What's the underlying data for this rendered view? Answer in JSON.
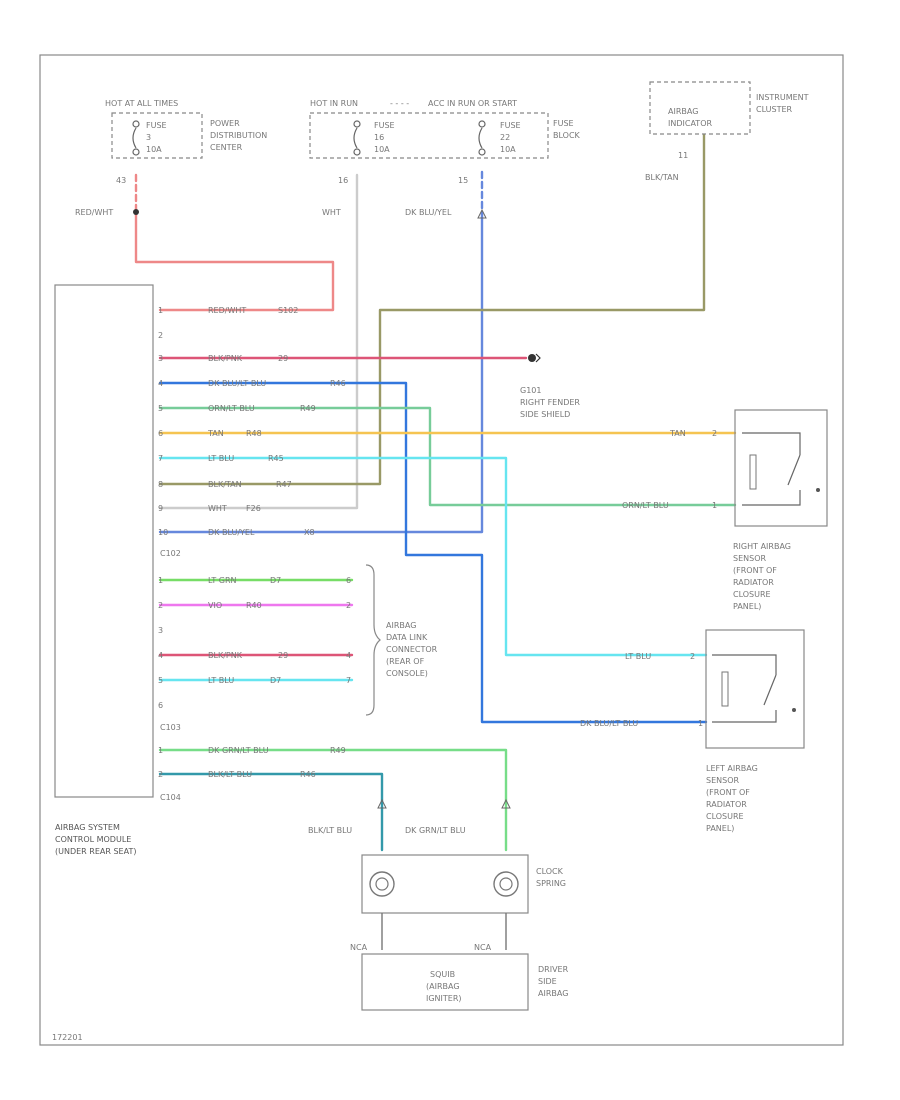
{
  "fuse_header": {
    "hot_all_times": "HOT AT ALL TIMES",
    "hot_run_start": "HOT IN RUN",
    "acc_run_start": "ACC IN RUN OR START",
    "power_distribution_center": [
      "POWER",
      "DISTRIBUTION",
      "CENTER"
    ],
    "fuse_block": [
      "FUSE",
      "BLOCK"
    ]
  },
  "fuses": [
    {
      "name": "FUSE",
      "number": "3",
      "rating": "10A",
      "pin": "43"
    },
    {
      "name": "FUSE",
      "number": "16",
      "rating": "10A",
      "pin": "16"
    },
    {
      "name": "FUSE",
      "number": "22",
      "rating": "10A",
      "pin": "15"
    }
  ],
  "instrument_cluster": {
    "label": [
      "INSTRUMENT",
      "CLUSTER"
    ],
    "indicator": [
      "AIRBAG",
      "INDICATOR"
    ],
    "pin": "11",
    "wire": "BLK/TAN"
  },
  "top_wires": {
    "fuse3": "RED/WHT",
    "fuse16": "WHT",
    "fuse22": "DK BLU/YEL"
  },
  "control_module": {
    "label": [
      "AIRBAG SYSTEM",
      "CONTROL MODULE",
      "(UNDER REAR SEAT)"
    ],
    "connectors": [
      "C102",
      "C103",
      "C104"
    ]
  },
  "c102_pins": [
    {
      "num": "1",
      "wire": "RED/WHT",
      "splice": "S102",
      "color": "#ee8888"
    },
    {
      "num": "2",
      "wire": "",
      "splice": "",
      "color": ""
    },
    {
      "num": "3",
      "wire": "BLK/PNK",
      "splice": "29",
      "color": "#dd5577"
    },
    {
      "num": "4",
      "wire": "DK BLU/LT BLU",
      "splice": "R46",
      "color": "#3377dd"
    },
    {
      "num": "5",
      "wire": "ORN/LT BLU",
      "splice": "R49",
      "color": "#66cc99"
    },
    {
      "num": "6",
      "wire": "TAN",
      "splice": "R48",
      "color": "#f5c451"
    },
    {
      "num": "7",
      "wire": "LT BLU",
      "splice": "R45",
      "color": "#66e5f0"
    },
    {
      "num": "8",
      "wire": "BLK/TAN",
      "splice": "R47",
      "color": "#776633"
    },
    {
      "num": "9",
      "wire": "WHT",
      "splice": "F26",
      "color": "#cccccc"
    },
    {
      "num": "10",
      "wire": "DK BLU/YEL",
      "splice": "X8",
      "color": "#5577cc"
    }
  ],
  "c103_pins": [
    {
      "num": "1",
      "wire": "LT GRN",
      "splice": "D7",
      "pin": "6",
      "color": "#77dd66"
    },
    {
      "num": "2",
      "wire": "VIO",
      "splice": "R40",
      "pin": "2",
      "color": "#ee77ee"
    },
    {
      "num": "3",
      "wire": "",
      "splice": "",
      "pin": "",
      "color": ""
    },
    {
      "num": "4",
      "wire": "BLK/PNK",
      "splice": "29",
      "pin": "4",
      "color": "#dd5577"
    },
    {
      "num": "5",
      "wire": "LT BLU",
      "splice": "D7",
      "pin": "7",
      "color": "#66e5f0"
    },
    {
      "num": "6",
      "wire": "",
      "splice": "",
      "pin": "",
      "color": ""
    }
  ],
  "c104_pins": [
    {
      "num": "1",
      "wire": "DK GRN/LT BLU",
      "splice": "R49",
      "color": "#77dd88"
    },
    {
      "num": "2",
      "wire": "BLK/LT BLU",
      "splice": "R46",
      "color": "#3399aa"
    }
  ],
  "ground": {
    "id": "G101",
    "label": [
      "RIGHT FENDER",
      "SIDE SHIELD"
    ]
  },
  "data_link": {
    "label": [
      "AIRBAG",
      "DATA LINK",
      "CONNECTOR",
      "(REAR OF",
      "CONSOLE)"
    ]
  },
  "right_sensor": {
    "label": [
      "RIGHT AIRBAG",
      "SENSOR",
      "(FRONT OF",
      "RADIATOR",
      "CLOSURE",
      "PANEL)"
    ],
    "wire_top": "TAN",
    "pin_top": "2",
    "wire_bottom": "ORN/LT BLU",
    "pin_bottom": "1"
  },
  "left_sensor": {
    "label": [
      "LEFT AIRBAG",
      "SENSOR",
      "(FRONT OF",
      "RADIATOR",
      "CLOSURE",
      "PANEL)"
    ],
    "wire_top": "LT BLU",
    "pin_top": "2",
    "wire_bottom": "DK BLU/LT BLU",
    "pin_bottom": "1"
  },
  "clock_spring": {
    "label": [
      "CLOCK",
      "SPRING"
    ],
    "wire_left": "BLK/LT BLU",
    "wire_right": "DK GRN/LT BLU",
    "nca_left": "NCA",
    "nca_right": "NCA"
  },
  "driver_airbag": {
    "label": [
      "DRIVER",
      "SIDE",
      "AIRBAG"
    ],
    "inner": [
      "SQUIB",
      "(AIRBAG",
      "IGNITER)"
    ]
  },
  "figure_id": "172201"
}
